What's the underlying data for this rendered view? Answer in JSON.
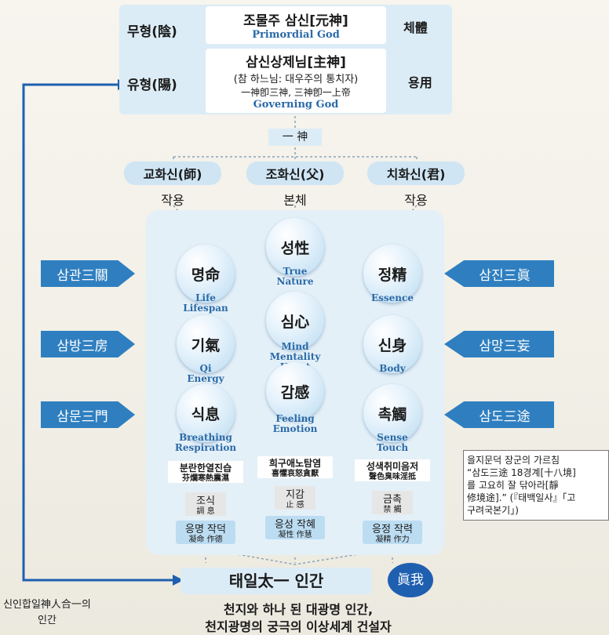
{
  "top": {
    "row1": {
      "left": "무형(陰)",
      "title": "조물주 삼신[元神]",
      "en": "Primordial God",
      "right": "체體"
    },
    "row2": {
      "left": "유형(陽)",
      "title": "삼신상제님[主神]",
      "sub1": "(참 하느님: 대우주의 통치자)",
      "sub2": "一神卽三神, 三神卽一上帝",
      "en": "Governing God",
      "right": "용用"
    }
  },
  "one_god": "一 神",
  "three_gods": [
    {
      "name": "교화신(師)",
      "role": "작용"
    },
    {
      "name": "조화신(父)",
      "role": "본체"
    },
    {
      "name": "치화신(君)",
      "role": "작용"
    }
  ],
  "left_arrows": [
    "삼관三關",
    "삼방三房",
    "삼문三門"
  ],
  "right_arrows": [
    "삼진三眞",
    "삼망三妄",
    "삼도三途"
  ],
  "nodes": {
    "seong": {
      "label": "성性",
      "en": "True\nNature"
    },
    "myeong": {
      "label": "명命",
      "en": "Life\nLifespan"
    },
    "jeong": {
      "label": "정精",
      "en": "Essence"
    },
    "sim": {
      "label": "심心",
      "en": "Mind\nMentality\nHeart"
    },
    "gi": {
      "label": "기氣",
      "en": "Qi\nEnergy"
    },
    "sin": {
      "label": "신身",
      "en": "Body"
    },
    "gam": {
      "label": "감感",
      "en": "Feeling\nEmotion"
    },
    "sik": {
      "label": "식息",
      "en": "Breathing\nRespiration"
    },
    "chok": {
      "label": "촉觸",
      "en": "Sense\nTouch"
    }
  },
  "columns": [
    {
      "states_ko": "분란한열진습",
      "states_han": "芬爛寒熱震濕",
      "method_ko": "조식",
      "method_han": "調 息",
      "result_ko": "응명 작덕",
      "result_han": "凝命 作德"
    },
    {
      "states_ko": "희구애노탐염",
      "states_han": "喜懼哀怒貪厭",
      "method_ko": "지감",
      "method_han": "止 感",
      "result_ko": "응성 작혜",
      "result_han": "凝性 作慧"
    },
    {
      "states_ko": "성색취미음저",
      "states_han": "聲色臭味淫抵",
      "method_ko": "금촉",
      "method_han": "禁 觸",
      "result_ko": "응정 작력",
      "result_han": "凝精 作力"
    }
  ],
  "note": {
    "title": "을지문덕 장군의 가르침",
    "line1": "“삼도三途 18경계[十八境]",
    "line2": "를 고요히 잘 닦아라[靜",
    "line3": "修境途].” (『태백일사』「고",
    "line4": "구려국본기」)"
  },
  "bottom": {
    "main": "태일太一 인간",
    "badge": "眞我",
    "line1": "천지와 하나 된 대광명 인간,",
    "line2": "천지광명의 궁극의 이상세계 건설자"
  },
  "left_caption": {
    "line1": "신인합일神人合一의",
    "line2": "인간"
  },
  "colors": {
    "accent": "#2f7fc0",
    "panel": "#dcecf6",
    "line": "#2f7fc0"
  }
}
